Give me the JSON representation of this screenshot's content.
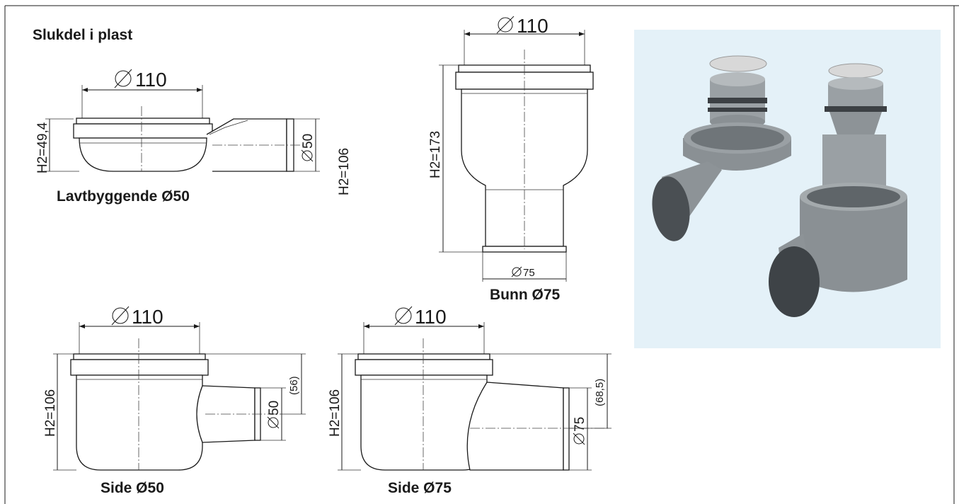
{
  "sheet": {
    "title": "Slukdel i plast",
    "colors": {
      "line": "#1a1a1a",
      "photo_background": "#e4f1f8",
      "part_grey": "#9aa0a4",
      "part_dark": "#4a4f53"
    }
  },
  "views": {
    "lavtbyggende": {
      "caption": "Lavtbyggende Ø50",
      "dim_diameter": "110",
      "dim_height": "H2=49,4",
      "dim_outlet": "50",
      "dim_total": "H2=106"
    },
    "bunn": {
      "caption": "Bunn Ø75",
      "dim_diameter": "110",
      "dim_height": "H2=173",
      "dim_outlet": "75"
    },
    "side50": {
      "caption": "Side Ø50",
      "dim_diameter": "110",
      "dim_height": "H2=106",
      "dim_outlet": "50",
      "dim_offset": "56"
    },
    "side75": {
      "caption": "Side Ø75",
      "dim_diameter": "110",
      "dim_height": "H2=106",
      "dim_outlet": "75",
      "dim_offset": "68,5"
    }
  },
  "photo": {
    "icon": "drain-parts-render"
  }
}
